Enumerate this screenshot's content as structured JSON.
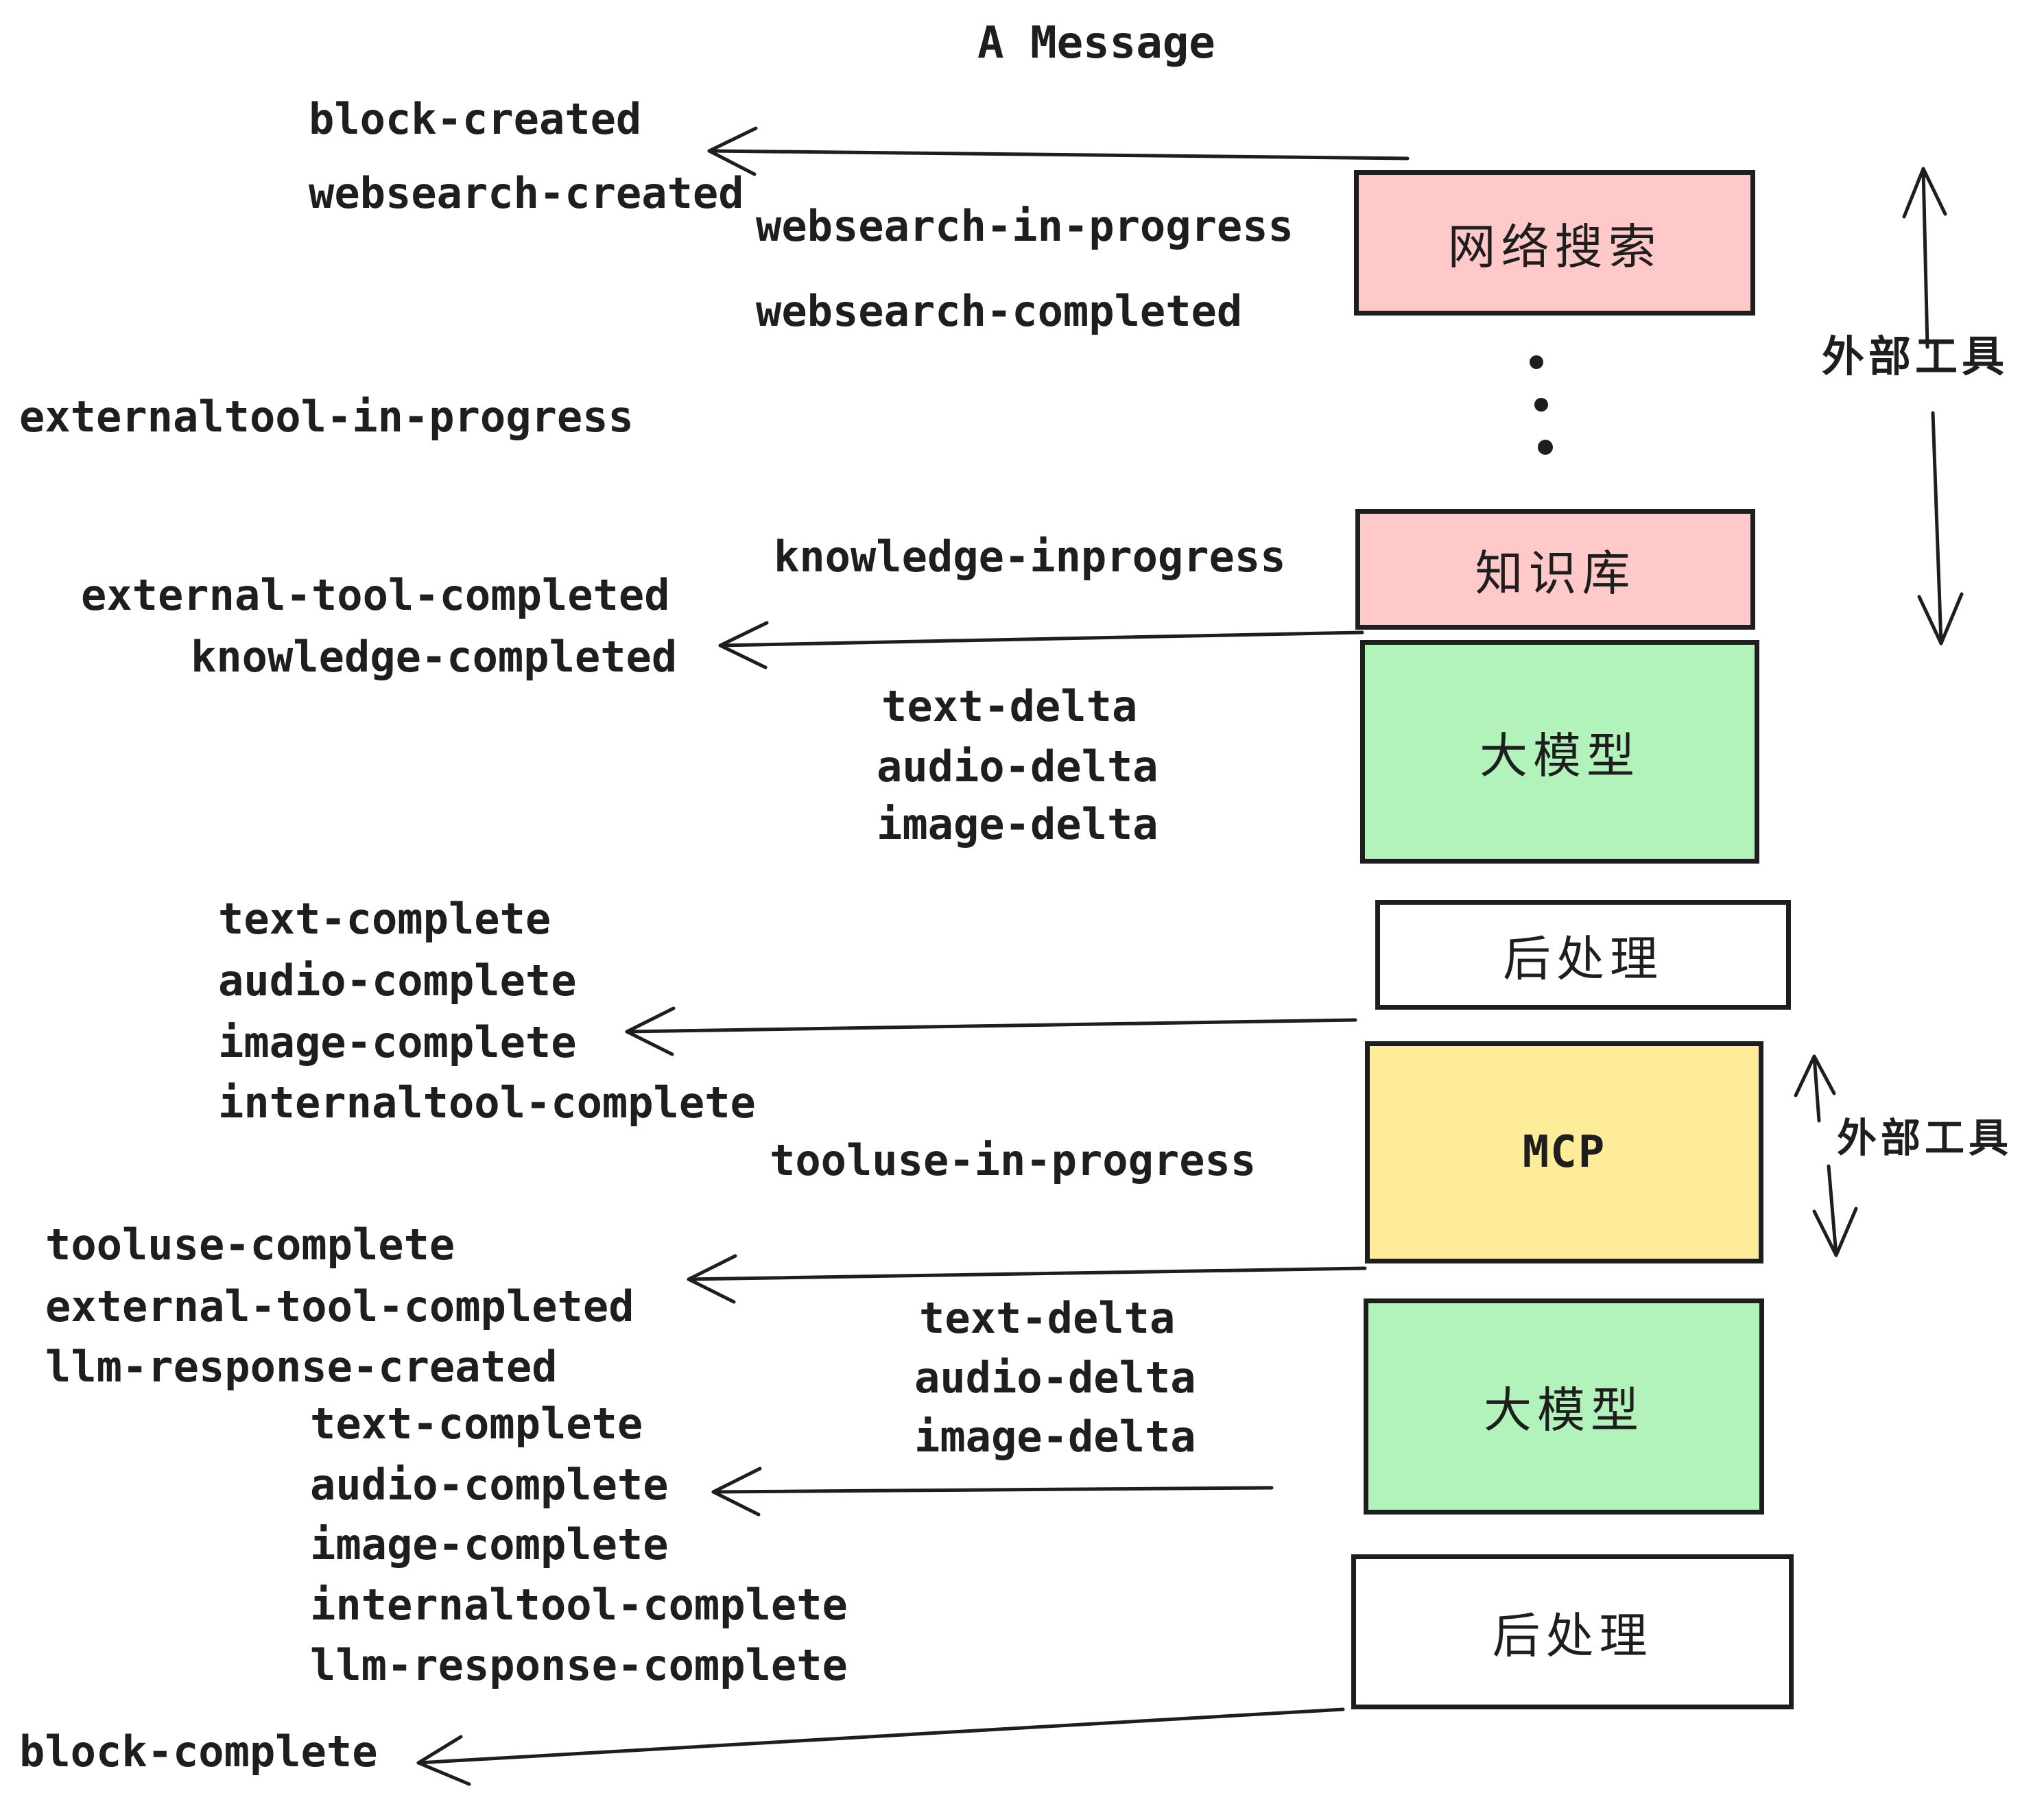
{
  "title": "A Message",
  "events": [
    {
      "label": "block-created"
    },
    {
      "label": "websearch-created"
    },
    {
      "label": "websearch-in-progress"
    },
    {
      "label": "websearch-completed"
    },
    {
      "label": "externaltool-in-progress"
    },
    {
      "label": "knowledge-inprogress"
    },
    {
      "label": "external-tool-completed"
    },
    {
      "label": "knowledge-completed"
    },
    {
      "label": "text-delta"
    },
    {
      "label": "audio-delta"
    },
    {
      "label": "image-delta"
    },
    {
      "label": "text-complete"
    },
    {
      "label": "audio-complete"
    },
    {
      "label": "image-complete"
    },
    {
      "label": "internaltool-complete"
    },
    {
      "label": "tooluse-in-progress"
    },
    {
      "label": "tooluse-complete"
    },
    {
      "label": "external-tool-completed"
    },
    {
      "label": "llm-response-created"
    },
    {
      "label": "text-complete"
    },
    {
      "label": "text-delta"
    },
    {
      "label": "audio-delta"
    },
    {
      "label": "image-delta"
    },
    {
      "label": "audio-complete"
    },
    {
      "label": "image-complete"
    },
    {
      "label": "internaltool-complete"
    },
    {
      "label": "llm-response-complete"
    },
    {
      "label": "block-complete"
    }
  ],
  "boxes": [
    {
      "label": "网络搜索",
      "color": "#ffc9c9"
    },
    {
      "label": "知识库",
      "color": "#ffc9c9"
    },
    {
      "label": "大模型",
      "color": "#b2f2bb"
    },
    {
      "label": "后处理",
      "color": "#ffffff"
    },
    {
      "label": "MCP",
      "color": "#ffec99"
    },
    {
      "label": "大模型",
      "color": "#b2f2bb"
    },
    {
      "label": "后处理",
      "color": "#ffffff"
    }
  ],
  "side_labels": [
    {
      "label": "外部工具"
    },
    {
      "label": "外部工具"
    }
  ],
  "icons": {
    "vertical_ellipsis": "vertical-ellipsis",
    "left_arrows": "left-arrow",
    "double_arrows": "up-down-arrow"
  },
  "colors": {
    "stroke": "#1e1e1e",
    "pink": "#ffc9c9",
    "green": "#b2f2bb",
    "yellow": "#ffec99",
    "white": "#ffffff",
    "background": "#ffffff"
  }
}
